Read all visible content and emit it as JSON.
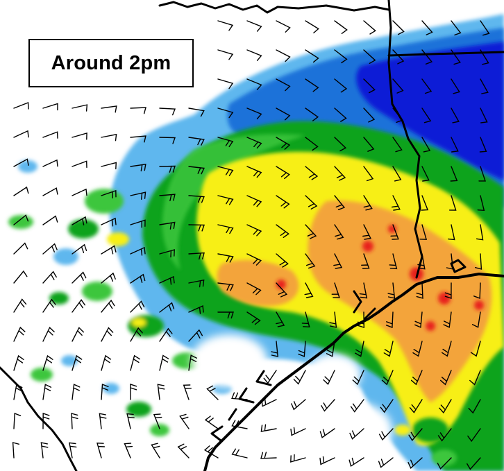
{
  "time_label": "Around 2pm",
  "map": {
    "type": "radar-reflectivity-with-wind-barbs",
    "colors": {
      "light_blue": "#5fb7ee",
      "medium_blue": "#1d72d9",
      "deep_blue": "#0a1fd6",
      "green_light": "#3ec63e",
      "green": "#11a31a",
      "yellow": "#f7ef17",
      "orange": "#f3a43b",
      "red": "#e8201e",
      "boundary": "#000000",
      "barb": "#000000"
    },
    "icons": [
      "wind-barb-icon",
      "state-boundary",
      "coastline"
    ]
  }
}
